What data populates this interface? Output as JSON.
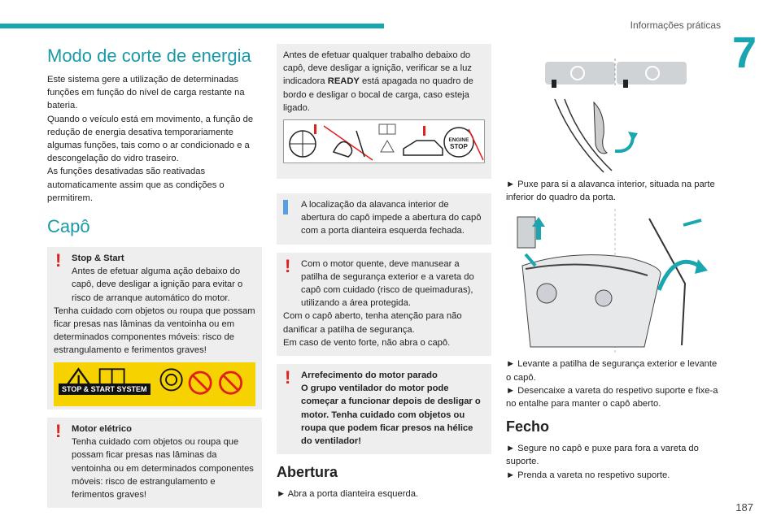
{
  "header": {
    "section": "Informações práticas",
    "chapter": "7",
    "page_number": "187"
  },
  "col1": {
    "title": "Modo de corte de energia",
    "paragraphs": [
      "Este sistema gere a utilização de determinadas funções em função do nível de carga restante na bateria.",
      "Quando o veículo está em movimento, a função de redução de energia desativa temporariamente algumas funções, tais como o ar condicionado e a descongelação do vidro traseiro.",
      "As funções desativadas são reativadas automaticamente assim que as condições o permitirem."
    ],
    "title2": "Capô",
    "stop_box": {
      "heading": "Stop & Start",
      "text": "Antes de efetuar alguma ação debaixo do capô, deve desligar a ignição para evitar o risco de arranque automático do motor.",
      "text2": "Tenha cuidado com objetos ou roupa que possam ficar presas nas lâminas da ventoinha ou em determinados componentes móveis: risco de estrangulamento e ferimentos graves!",
      "label": "STOP & START SYSTEM"
    },
    "motor_box": {
      "heading": "Motor elétrico",
      "text": "Tenha cuidado com objetos ou roupa que possam ficar presas nas lâminas da ventoinha ou em determinados componentes móveis: risco de estrangulamento e ferimentos graves!"
    }
  },
  "col2": {
    "ready_box": {
      "text_a": "Antes de efetuar qualquer trabalho debaixo do capô, deve desligar a ignição, verificar se a luz indicadora ",
      "text_b": "READY",
      "text_c": " está apagada no quadro de bordo e desligar o bocal de carga, caso esteja ligado.",
      "engine_label1": "ENGINE",
      "engine_label2": "STOP"
    },
    "info_box": "A localização da alavanca interior de abertura do capô impede a abertura do capô com a porta dianteira esquerda fechada.",
    "hot_box": {
      "text": "Com o motor quente, deve manusear a patilha de segurança exterior e a vareta do capô com cuidado (risco de queimaduras), utilizando a área protegida.",
      "text2": "Com o capô aberto, tenha atenção para não danificar a patilha de segurança.",
      "text3": "Em caso de vento forte, não abra o capô."
    },
    "cool_box": {
      "heading": "Arrefecimento do motor parado",
      "text": "O grupo ventilador do motor pode começar a funcionar depois de desligar o motor. Tenha cuidado com objetos ou roupa que podem ficar presos na hélice do ventilador!"
    },
    "title": "Abertura",
    "step1": "► Abra a porta dianteira esquerda."
  },
  "col3": {
    "step2": "► Puxe para si a alavanca interior, situada na parte inferior do quadro da porta.",
    "step3": "► Levante a patilha de segurança exterior e levante o capô.",
    "step4": "► Desencaixe a vareta do respetivo suporte e fixe-a no entalhe para manter o capô aberto.",
    "title": "Fecho",
    "step5": "► Segure no capô e puxe para fora a vareta do suporte.",
    "step6": "► Prenda a vareta no respetivo suporte."
  },
  "colors": {
    "accent": "#1aa6b0",
    "warning": "#e0201f",
    "info": "#5a9de0",
    "label_yellow": "#f6d200"
  }
}
